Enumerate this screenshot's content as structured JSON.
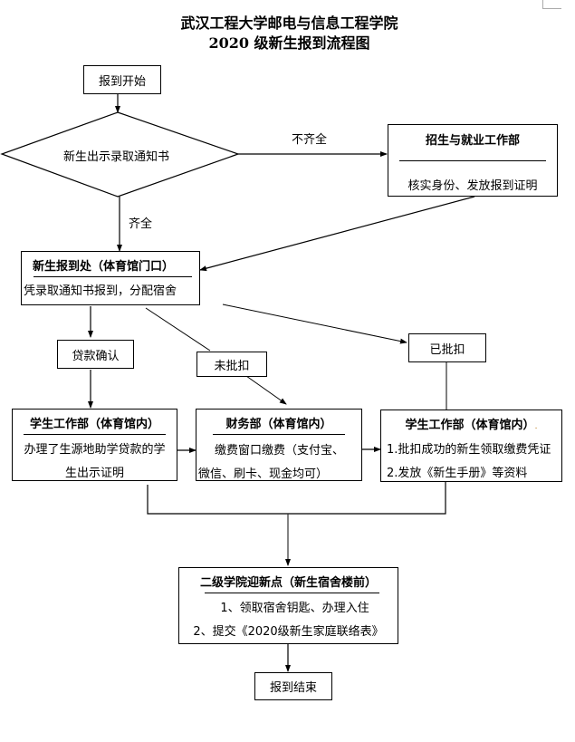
{
  "title": {
    "line1": "武汉工程大学邮电与信息工程学院",
    "line2": "2020 级新生报到流程图"
  },
  "nodes": {
    "start": "报到开始",
    "decision": "新生出示录取通知书",
    "admissions": {
      "head": "招生与就业工作部",
      "body": "核实身份、发放报到证明"
    },
    "registration": {
      "head": "新生报到处（体育馆门口）",
      "body": "凭录取通知书报到，分配宿舍"
    },
    "loan_confirm": "贷款确认",
    "not_deducted": "未批扣",
    "deducted": "已批扣",
    "student_affairs_loan": {
      "head": "学生工作部（体育馆内）",
      "body1": "办理了生源地助学贷款的学",
      "body2": "生出示证明"
    },
    "finance": {
      "head": "财务部（体育馆内）",
      "body1": "缴费窗口缴费（支付宝、",
      "body2": "微信、刷卡、现金均可）"
    },
    "student_affairs_paid": {
      "head": "学生工作部（体育馆内）",
      "head_suffix": ".",
      "body1": "1.批扣成功的新生领取缴费凭证",
      "body2": "2.发放《新生手册》等资料"
    },
    "college": {
      "head": "二级学院迎新点（新生宿舍楼前）",
      "body1": "1、领取宿舍钥匙、办理入住",
      "body2": "2、提交《2020级新生家庭联络表》"
    },
    "end": "报到结束"
  },
  "edge_labels": {
    "incomplete": "不齐全",
    "complete": "齐全"
  }
}
